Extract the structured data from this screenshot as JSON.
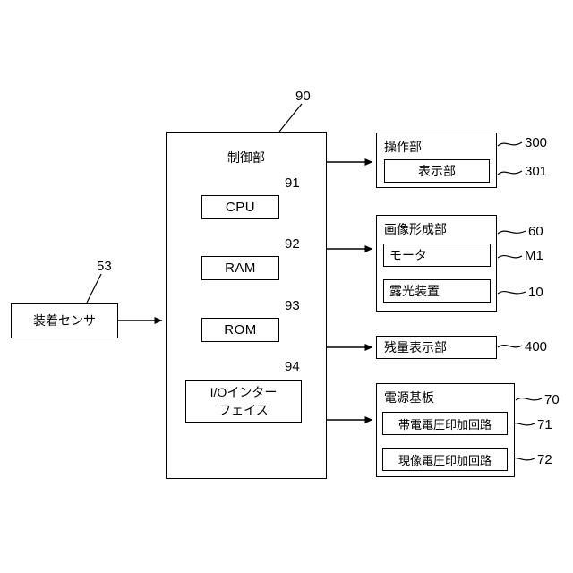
{
  "labels": {
    "controller": "制御部",
    "cpu": "CPU",
    "ram": "RAM",
    "rom": "ROM",
    "io_line1": "I/Oインター",
    "io_line2": "フェイス",
    "sensor": "装着センサ",
    "operation": "操作部",
    "display": "表示部",
    "image_forming": "画像形成部",
    "motor": "モータ",
    "exposure": "露光装置",
    "remaining": "残量表示部",
    "power": "電源基板",
    "charging": "帯電電圧印加回路",
    "developing": "現像電圧印加回路"
  },
  "refs": {
    "controller": "90",
    "cpu": "91",
    "ram": "92",
    "rom": "93",
    "io": "94",
    "sensor": "53",
    "operation": "300",
    "display": "301",
    "image_forming": "60",
    "motor": "M1",
    "exposure": "10",
    "remaining": "400",
    "power": "70",
    "charging": "71",
    "developing": "72"
  }
}
